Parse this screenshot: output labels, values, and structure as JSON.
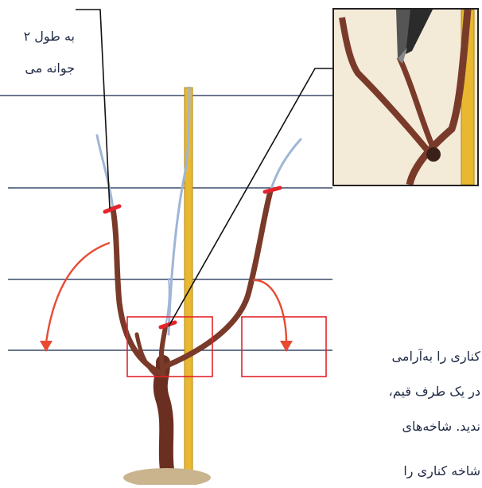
{
  "texts": {
    "top_line1": "به طول ۲",
    "top_line2": "جوانه می",
    "right_line1": "کناری را به‌آرامی",
    "right_line2": "در یک طرف قیم،",
    "right_line3": "ندید. شاخه‌های",
    "right_line4": "شاخه کناری را"
  },
  "colors": {
    "cut_mark": "#e3242b",
    "arrow": "#e84a32",
    "box_stroke": "#e3242b",
    "wire": "#3a4a6a",
    "post": "#e8b830",
    "vine_bark": "#7a3a2a",
    "shoot": "#9fb6d6"
  },
  "icons": [
    "pruning-shears-icon",
    "cut-mark-icon"
  ]
}
